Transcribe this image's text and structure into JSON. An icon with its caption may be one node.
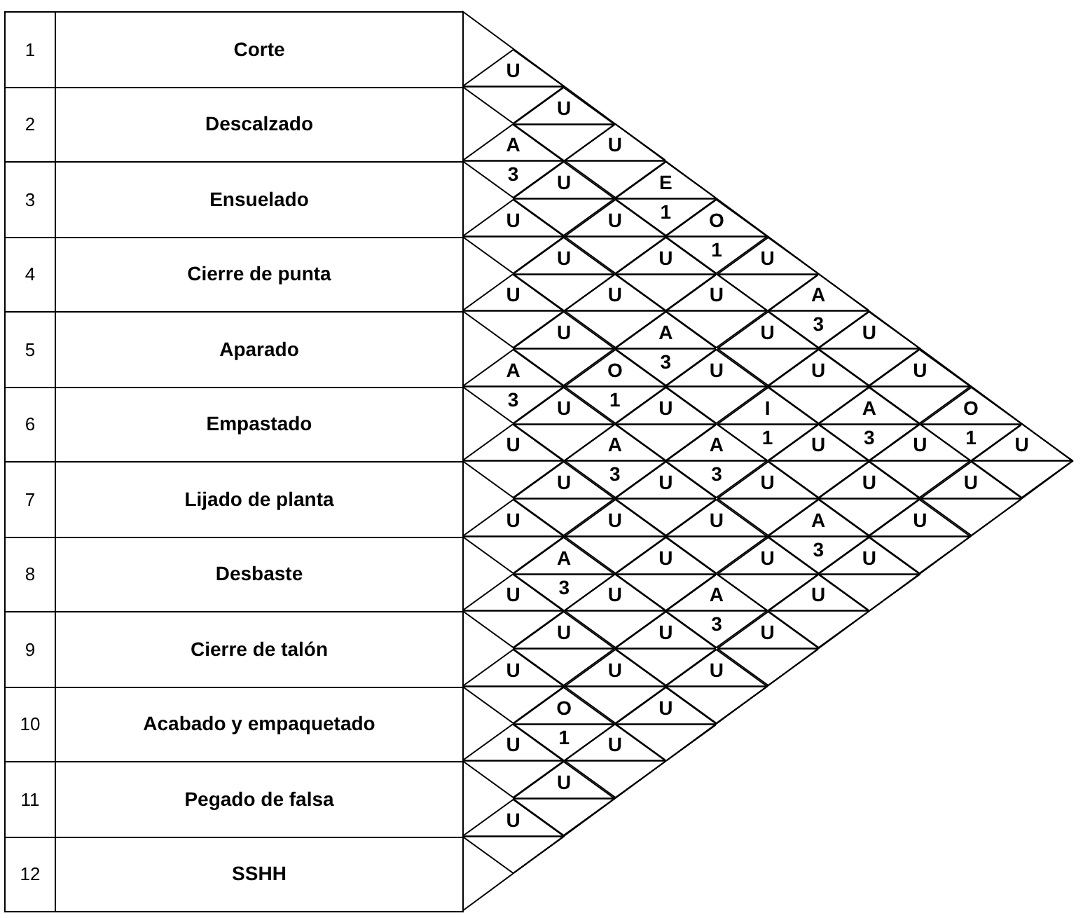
{
  "diagram": {
    "nodes": [
      {
        "text": [
          "1",
          "Corte"
        ]
      },
      {
        "text": [
          "2",
          "Descalzado"
        ]
      },
      {
        "text": [
          "3",
          "Ensuelado"
        ]
      },
      {
        "text": [
          "4",
          "Cierre de punta"
        ]
      },
      {
        "text": [
          "5",
          "Aparado"
        ]
      },
      {
        "text": [
          "6",
          "Empastado"
        ]
      },
      {
        "text": [
          "7",
          "Lijado de planta"
        ]
      },
      {
        "text": [
          "8",
          "Desbaste"
        ]
      },
      {
        "text": [
          "9",
          "Cierre de talón"
        ]
      },
      {
        "text": [
          "10",
          "Acabado y empaquetado"
        ]
      },
      {
        "text": [
          "11",
          "Pegado de falsa"
        ]
      },
      {
        "text": [
          "12",
          "SSHH"
        ]
      },
      {
        "text": [
          "U"
        ]
      },
      {
        "text": [
          "U"
        ]
      },
      {
        "text": [
          "A",
          "3"
        ]
      },
      {
        "text": [
          "U"
        ]
      },
      {
        "text": [
          "U"
        ]
      },
      {
        "text": [
          "E",
          "1"
        ]
      },
      {
        "text": [
          "U"
        ]
      },
      {
        "text": [
          "U"
        ]
      },
      {
        "text": [
          "O",
          "1"
        ]
      },
      {
        "text": [
          "U"
        ]
      },
      {
        "text": [
          "U"
        ]
      },
      {
        "text": [
          "U"
        ]
      },
      {
        "text": [
          "U"
        ]
      },
      {
        "text": [
          "U"
        ]
      },
      {
        "text": [
          "U"
        ]
      },
      {
        "text": [
          "A",
          "3"
        ]
      },
      {
        "text": [
          "U"
        ]
      },
      {
        "text": [
          "A",
          "3"
        ]
      },
      {
        "text": [
          "U"
        ]
      },
      {
        "text": [
          "U"
        ]
      },
      {
        "text": [
          "A",
          "3"
        ]
      },
      {
        "text": [
          "O",
          "1"
        ]
      },
      {
        "text": [
          "U"
        ]
      },
      {
        "text": [
          "U"
        ]
      },
      {
        "text": [
          "U"
        ]
      },
      {
        "text": [
          "U"
        ]
      },
      {
        "text": [
          "U"
        ]
      },
      {
        "text": [
          "I",
          "1"
        ]
      },
      {
        "text": [
          "A",
          "3"
        ]
      },
      {
        "text": [
          "O",
          "1"
        ]
      },
      {
        "text": [
          "U"
        ]
      },
      {
        "text": [
          "A",
          "3"
        ]
      },
      {
        "text": [
          "A",
          "3"
        ]
      },
      {
        "text": [
          "U"
        ]
      },
      {
        "text": [
          "U"
        ]
      },
      {
        "text": [
          "U"
        ]
      },
      {
        "text": [
          "U"
        ]
      },
      {
        "text": [
          "U"
        ]
      },
      {
        "text": [
          "U"
        ]
      },
      {
        "text": [
          "U"
        ]
      },
      {
        "text": [
          "U"
        ]
      },
      {
        "text": [
          "U"
        ]
      },
      {
        "text": [
          "U"
        ]
      },
      {
        "text": [
          "U"
        ]
      },
      {
        "text": [
          "A",
          "3"
        ]
      },
      {
        "text": [
          "U"
        ]
      },
      {
        "text": [
          "A",
          "3"
        ]
      },
      {
        "text": [
          "U"
        ]
      },
      {
        "text": [
          "U"
        ]
      },
      {
        "text": [
          "U"
        ]
      },
      {
        "text": [
          "U"
        ]
      },
      {
        "text": [
          "U"
        ]
      },
      {
        "text": [
          "A",
          "3"
        ]
      },
      {
        "text": [
          "U"
        ]
      },
      {
        "text": [
          "U"
        ]
      },
      {
        "text": [
          "U"
        ]
      },
      {
        "text": [
          "U"
        ]
      },
      {
        "text": [
          "U"
        ]
      },
      {
        "text": [
          "U"
        ]
      },
      {
        "text": [
          "U"
        ]
      },
      {
        "text": [
          "O",
          "1"
        ]
      },
      {
        "text": [
          "U"
        ]
      },
      {
        "text": [
          "U"
        ]
      },
      {
        "text": [
          "U"
        ]
      },
      {
        "text": [
          "U"
        ]
      },
      {
        "text": [
          "U"
        ]
      }
    ]
  }
}
